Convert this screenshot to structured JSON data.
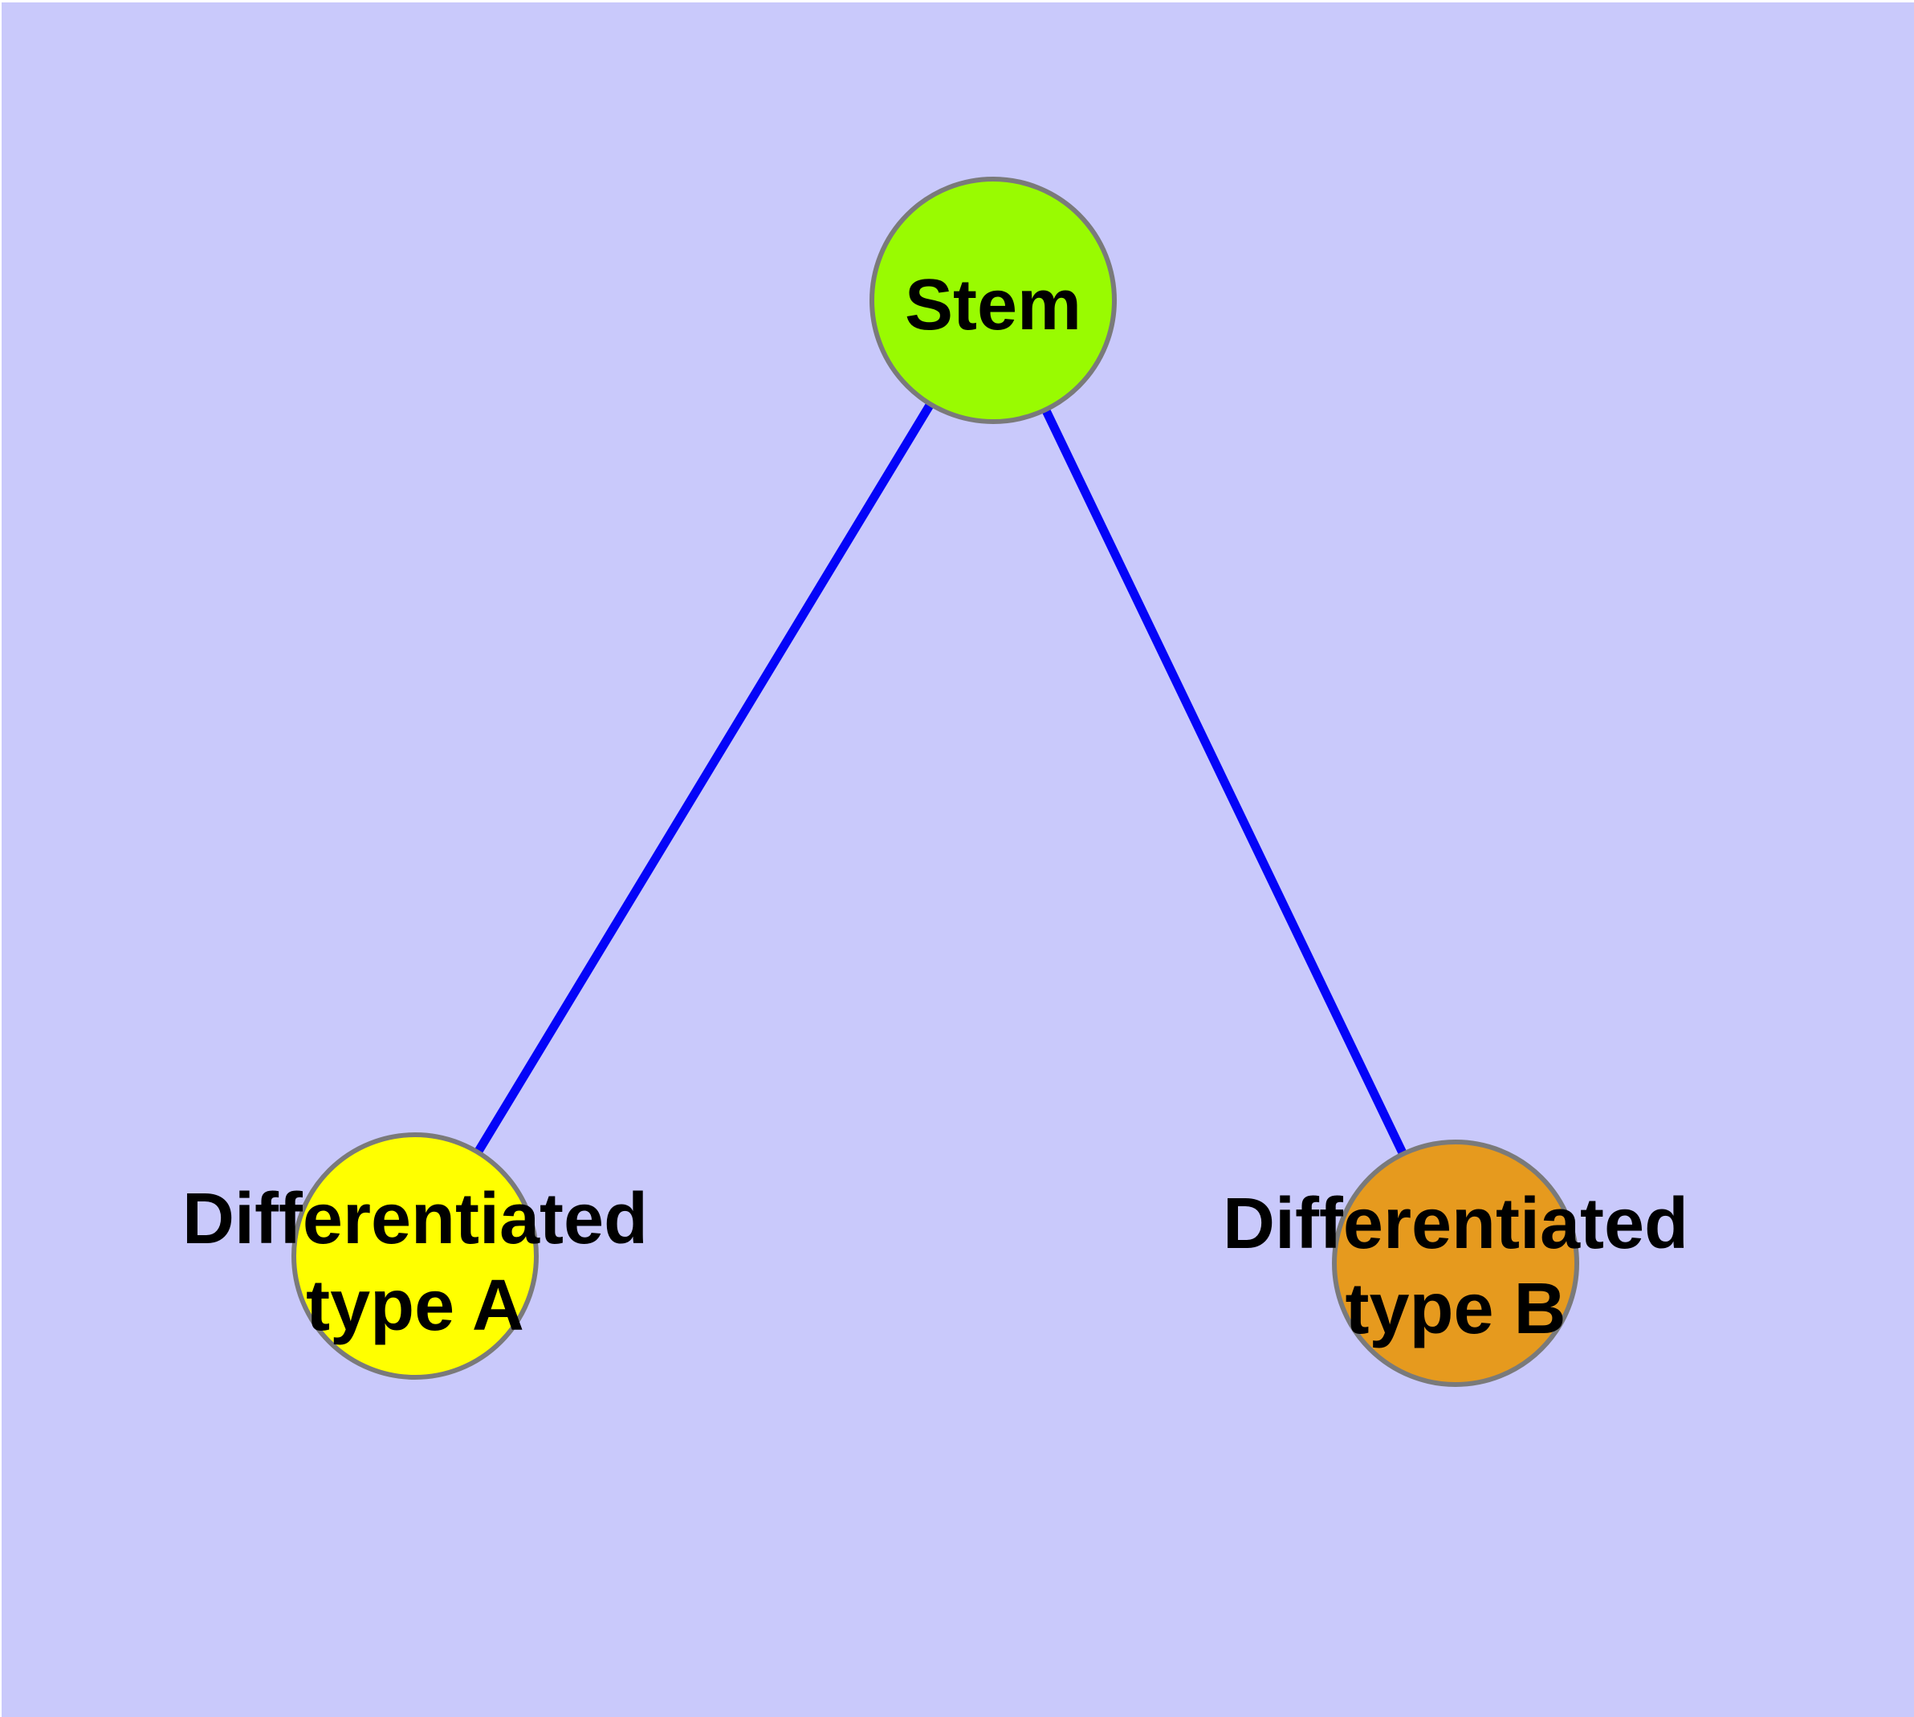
{
  "canvas": {
    "margin_color": "#FFFFFF",
    "background_color": "#C9C9FB"
  },
  "graph": {
    "edge_color": "#0404F8",
    "node_border_color": "#7A7A7A",
    "label_color": "#000000",
    "nodes": [
      {
        "id": "stem",
        "label": "Stem",
        "lines": [
          "Stem"
        ],
        "fill": "#99FB01"
      },
      {
        "id": "differentiated-type-a",
        "label": "Differentiated type A",
        "lines": [
          "Differentiated",
          "type A"
        ],
        "fill": "#FFFF00"
      },
      {
        "id": "differentiated-type-b",
        "label": "Differentiated type B",
        "lines": [
          "Differentiated",
          "type B"
        ],
        "fill": "#E69A1E"
      }
    ],
    "edges": [
      {
        "from": "Stem",
        "to": "Differentiated type A"
      },
      {
        "from": "Stem",
        "to": "Differentiated type B"
      }
    ]
  }
}
